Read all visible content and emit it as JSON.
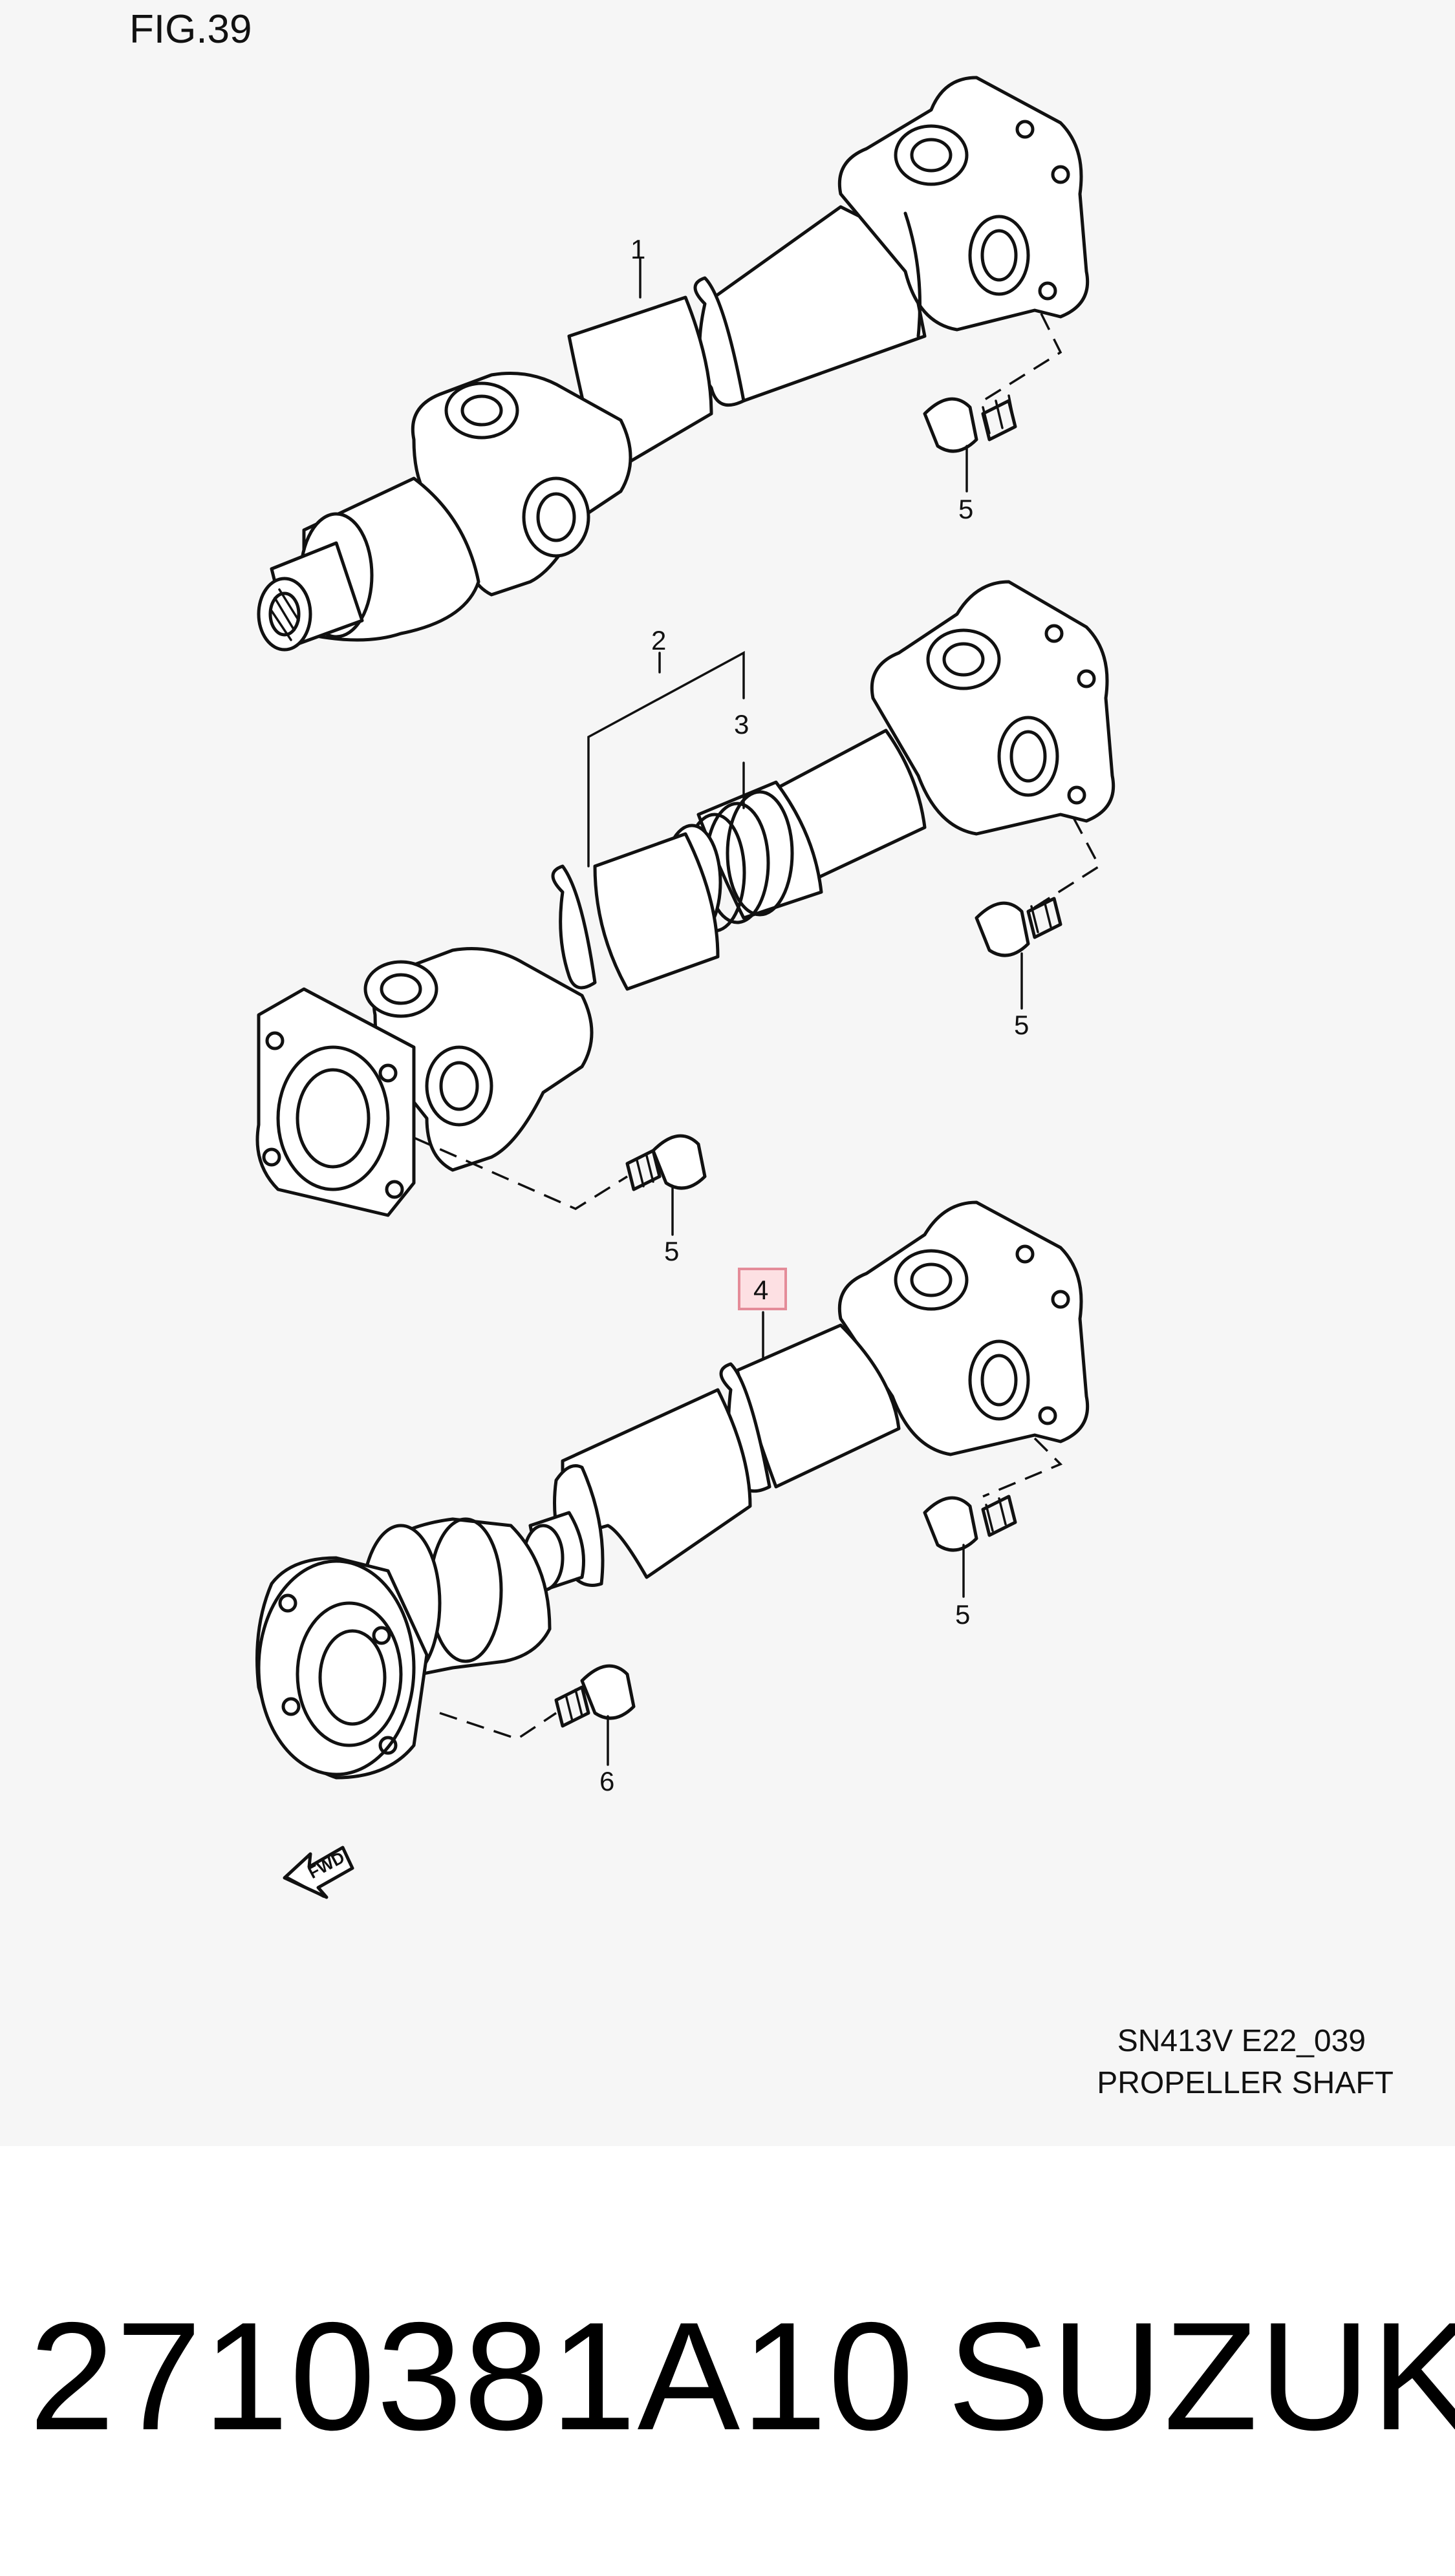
{
  "figure": {
    "label": "FIG.39"
  },
  "callouts": [
    {
      "id": "c1",
      "text": "1"
    },
    {
      "id": "c2",
      "text": "2"
    },
    {
      "id": "c3",
      "text": "3"
    },
    {
      "id": "c4",
      "text": "4",
      "highlighted": true
    },
    {
      "id": "c5a",
      "text": "5"
    },
    {
      "id": "c5b",
      "text": "5"
    },
    {
      "id": "c5c",
      "text": "5"
    },
    {
      "id": "c5d",
      "text": "5"
    },
    {
      "id": "c6",
      "text": "6"
    }
  ],
  "arrow": {
    "text": "FWD"
  },
  "footer": {
    "code": "SN413V E22_039",
    "title": "PROPELLER SHAFT"
  },
  "part": {
    "number": "2710381A10",
    "brand": "SUZUKI"
  },
  "colors": {
    "panel_background": "#f6f6f6",
    "highlight_fill": "#fde0e3",
    "highlight_stroke": "#e48c99",
    "line": "#111111"
  }
}
